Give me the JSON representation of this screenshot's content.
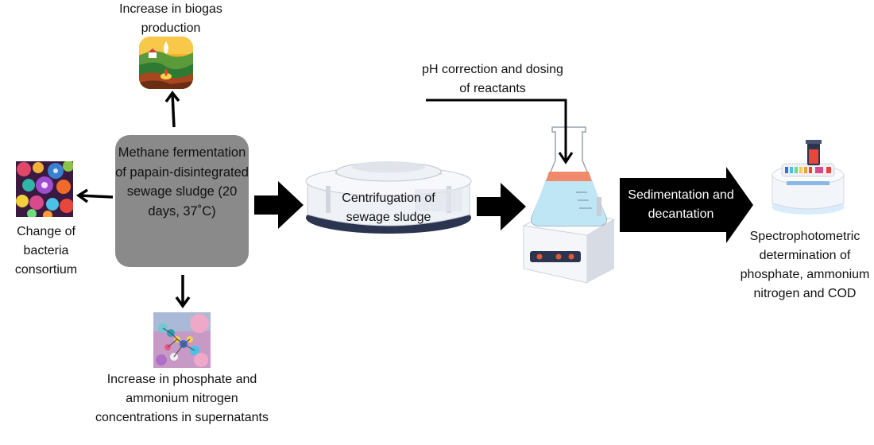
{
  "labels": {
    "biogas": "Increase in biogas production",
    "center": "Methane fermentation of papain-disintegrated sewage sludge (20 days, 37˚C)",
    "bacteria": "Change of bacteria consortium",
    "phosphate": "Increase in phosphate and ammonium nitrogen concentrations in supernatants",
    "centrifugation": "Centrifugation of sewage sludge",
    "ph": "pH correction and dosing of reactants",
    "sedimentation": "Sedimentation and decantation",
    "spectro": "Spectrophotometric determination of phosphate, ammonium nitrogen and COD"
  },
  "icons": {
    "biogas": "biogas-landscape-icon",
    "bacteria": "bacteria-colony-icon",
    "molecules": "molecules-icon",
    "centrifuge": "centrifuge-icon",
    "flask": "flask-on-stirrer-icon",
    "spectrophotometer": "spectrophotometer-icon"
  },
  "colors": {
    "center_box": "#8a8a8a",
    "arrow": "#000000",
    "flask_liquid": "#bfe6f5",
    "flask_band": "#f08a6a"
  }
}
